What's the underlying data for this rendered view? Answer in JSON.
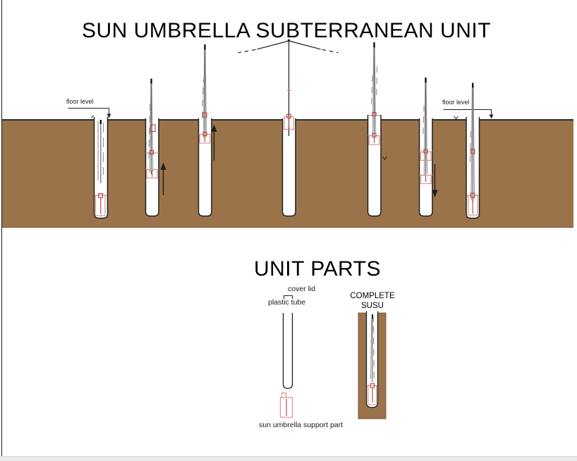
{
  "title": "SUN UMBRELLA SUBTERRANEAN UNIT",
  "ground_section": {
    "floor_level_left": "floor level",
    "floor_level_right": "floor level"
  },
  "unit_parts": {
    "title": "UNIT PARTS",
    "cover_lid": "cover lid",
    "plastic_tube": "plastic tube",
    "support_part": "sun umbrella support part",
    "complete_unit_line1": "COMPLETE",
    "complete_unit_line2": "SUSU"
  },
  "colors": {
    "ground_brown": "#9b734b",
    "line_ink": "#1f1f1f",
    "accent_red": "#b8413e",
    "accent_pink": "#d49693"
  }
}
